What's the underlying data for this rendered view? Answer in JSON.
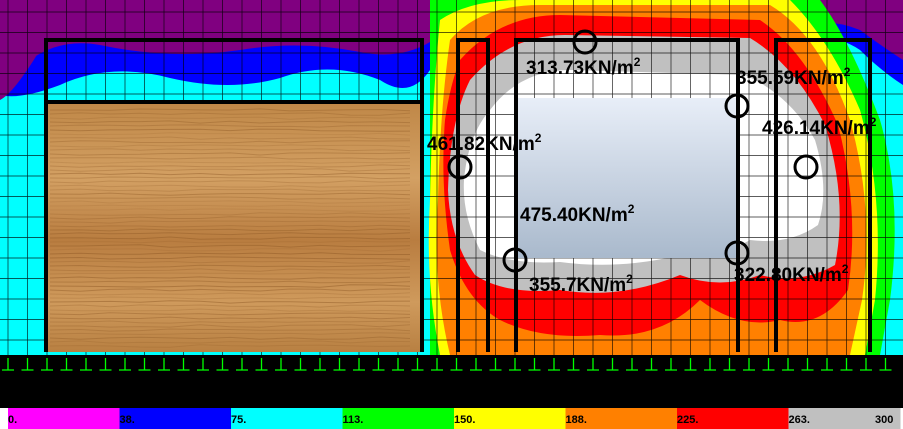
{
  "annotations": [
    {
      "text": "313.73KN/m",
      "sup": "2"
    },
    {
      "text": "355.59KN/m",
      "sup": "2"
    },
    {
      "text": "426.14KN/m",
      "sup": "2"
    },
    {
      "text": "461.82KN/m",
      "sup": "2"
    },
    {
      "text": "475.40KN/m",
      "sup": "2"
    },
    {
      "text": "355.7KN/m",
      "sup": "2"
    },
    {
      "text": "322.80KN/m",
      "sup": "2"
    }
  ],
  "legend": {
    "labels": [
      "0.",
      "38.",
      "75.",
      "113.",
      "150.",
      "188.",
      "225.",
      "263.",
      "300"
    ],
    "colors": [
      "#ff00ff",
      "#0000ff",
      "#00ffff",
      "#00ff00",
      "#ffff00",
      "#ff8000",
      "#ff0000",
      "#c0c0c0"
    ]
  },
  "colors": {
    "band_low": "#800080",
    "band_blue": "#0000ff",
    "band_cyan": "#00ffff",
    "band_green": "#00ff00",
    "band_yellow": "#ffff00",
    "band_orange": "#ff8000",
    "band_red": "#ff0000",
    "band_gray": "#c0c0c0",
    "band_high": "#ffffff",
    "ground": "#000000",
    "support": "#00ff00",
    "wood": "#c8914f",
    "glass_top": "#e8eef8",
    "glass_bottom": "#a9b9cc"
  }
}
